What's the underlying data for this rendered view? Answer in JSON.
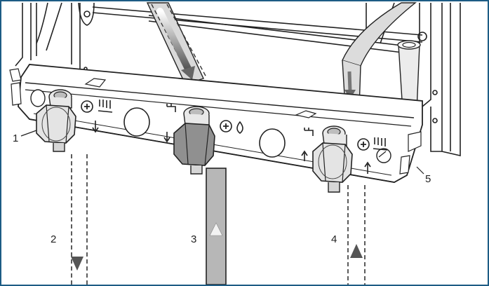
{
  "callouts": {
    "c1": "1",
    "c2": "2",
    "c3": "3",
    "c4": "4",
    "c5": "5"
  },
  "colors": {
    "frame": "#1d5c84",
    "line": "#222222",
    "pipe_fill": "#cfcfcf",
    "valve_fill": "#e4e4e4",
    "valve_dark": "#8e8e8e"
  }
}
